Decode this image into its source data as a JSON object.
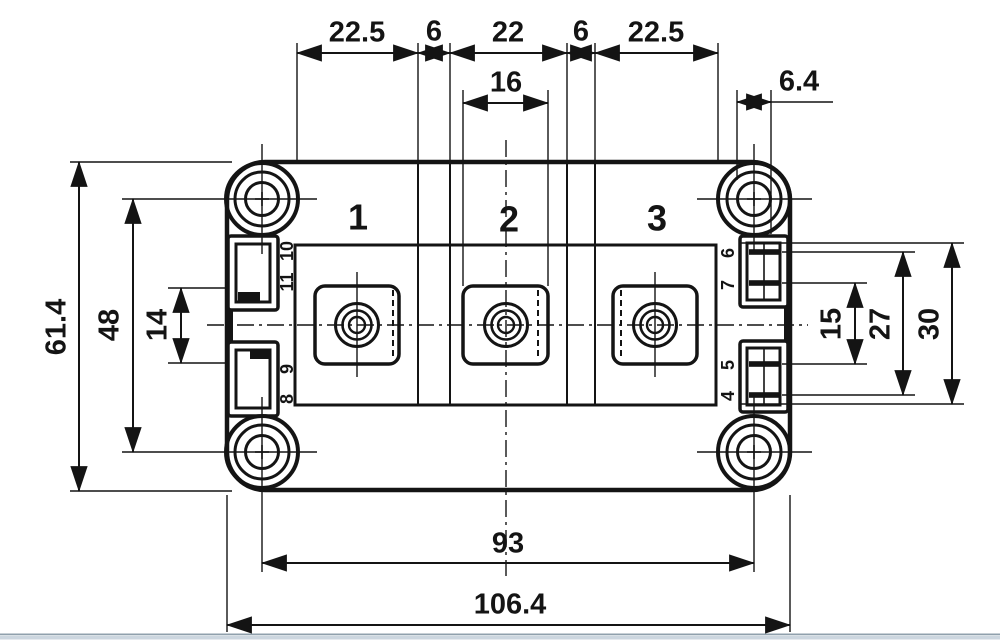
{
  "drawing_type": "IGBT power module outline dimension drawing",
  "colors": {
    "ink": "#141414",
    "background": "#ffffff",
    "bottom_border": "#ccd6df",
    "bottom_border_dark": "#90a0ac"
  },
  "dimensions": {
    "top": [
      "22.5",
      "6",
      "22",
      "6",
      "22.5"
    ],
    "pad_width": "16",
    "hole_diameter": "6.4",
    "overall_height": "61.4",
    "mount_vertical": "48",
    "left_terminal_span": "14",
    "pin_inner_span": "15",
    "pin_outer_span": "27",
    "terminal_block_span": "30",
    "mount_horizontal": "93",
    "overall_width": "106.4"
  },
  "section_labels": [
    "1",
    "2",
    "3"
  ],
  "terminal_numbers": {
    "left": [
      "10",
      "11",
      "9",
      "8"
    ],
    "right": [
      "6",
      "7",
      "5",
      "4"
    ]
  }
}
